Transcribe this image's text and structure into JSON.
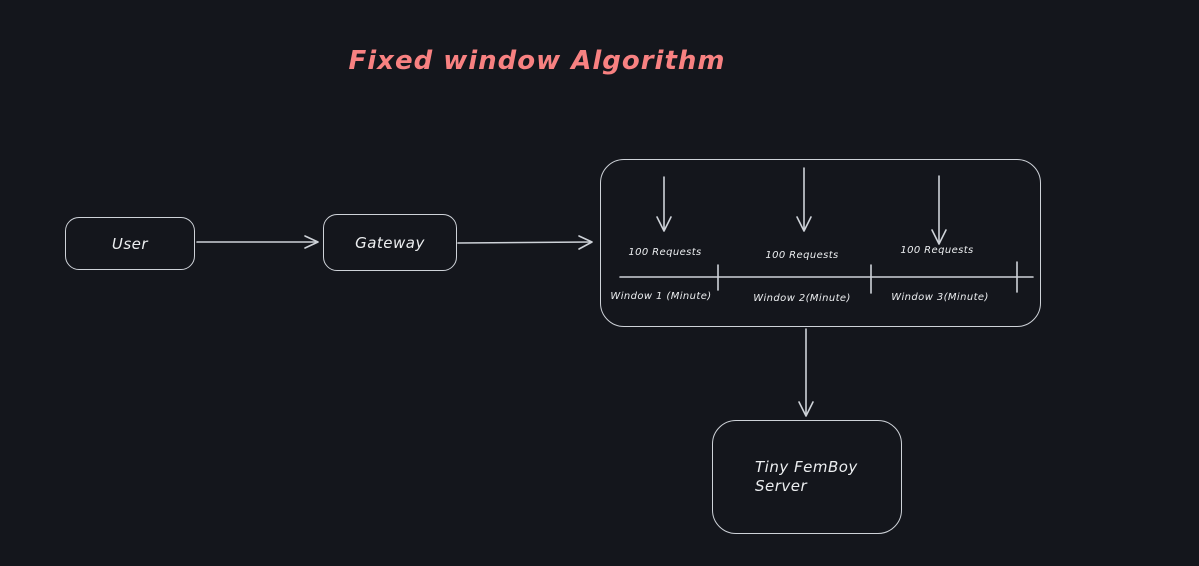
{
  "title": "Fixed window Algorithm",
  "colors": {
    "background": "#14161c",
    "stroke": "#ced2d8",
    "text": "#eceef0",
    "accent": "#f88181"
  },
  "nodes": {
    "user": {
      "label": "User"
    },
    "gateway": {
      "label": "Gateway"
    },
    "server": {
      "label": "Tiny FemBoy Server"
    }
  },
  "windows": [
    {
      "requests": "100 Requests",
      "label": "Window 1 (Minute)"
    },
    {
      "requests": "100 Requests",
      "label": "Window 2(Minute)"
    },
    {
      "requests": "100 Requests",
      "label": "Window 3(Minute)"
    }
  ]
}
